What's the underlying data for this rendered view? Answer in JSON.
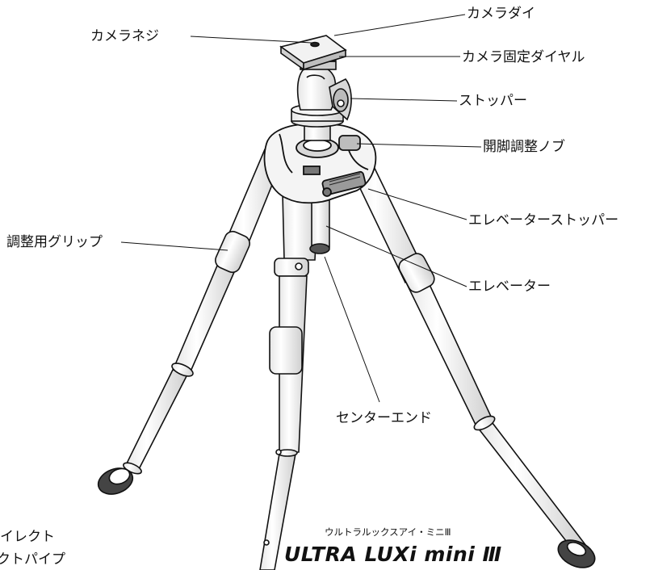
{
  "labels": {
    "camera_screw": "カメラネジ",
    "camera_platform": "カメラダイ",
    "camera_fix_dial": "カメラ固定ダイヤル",
    "stopper": "ストッパー",
    "leg_opening_knob": "開脚調整ノブ",
    "elevator_stopper": "エレベーターストッパー",
    "adjust_grip": "調整用グリップ",
    "elevator": "エレベーター",
    "center_end": "センターエンド"
  },
  "brand": {
    "katakana": "ウルトラルックスアイ・ミニⅢ",
    "name": "ULTRA LUXi mini Ⅲ"
  },
  "cropped_text": {
    "line1": "イレクト",
    "line2": "クトパイプ"
  }
}
